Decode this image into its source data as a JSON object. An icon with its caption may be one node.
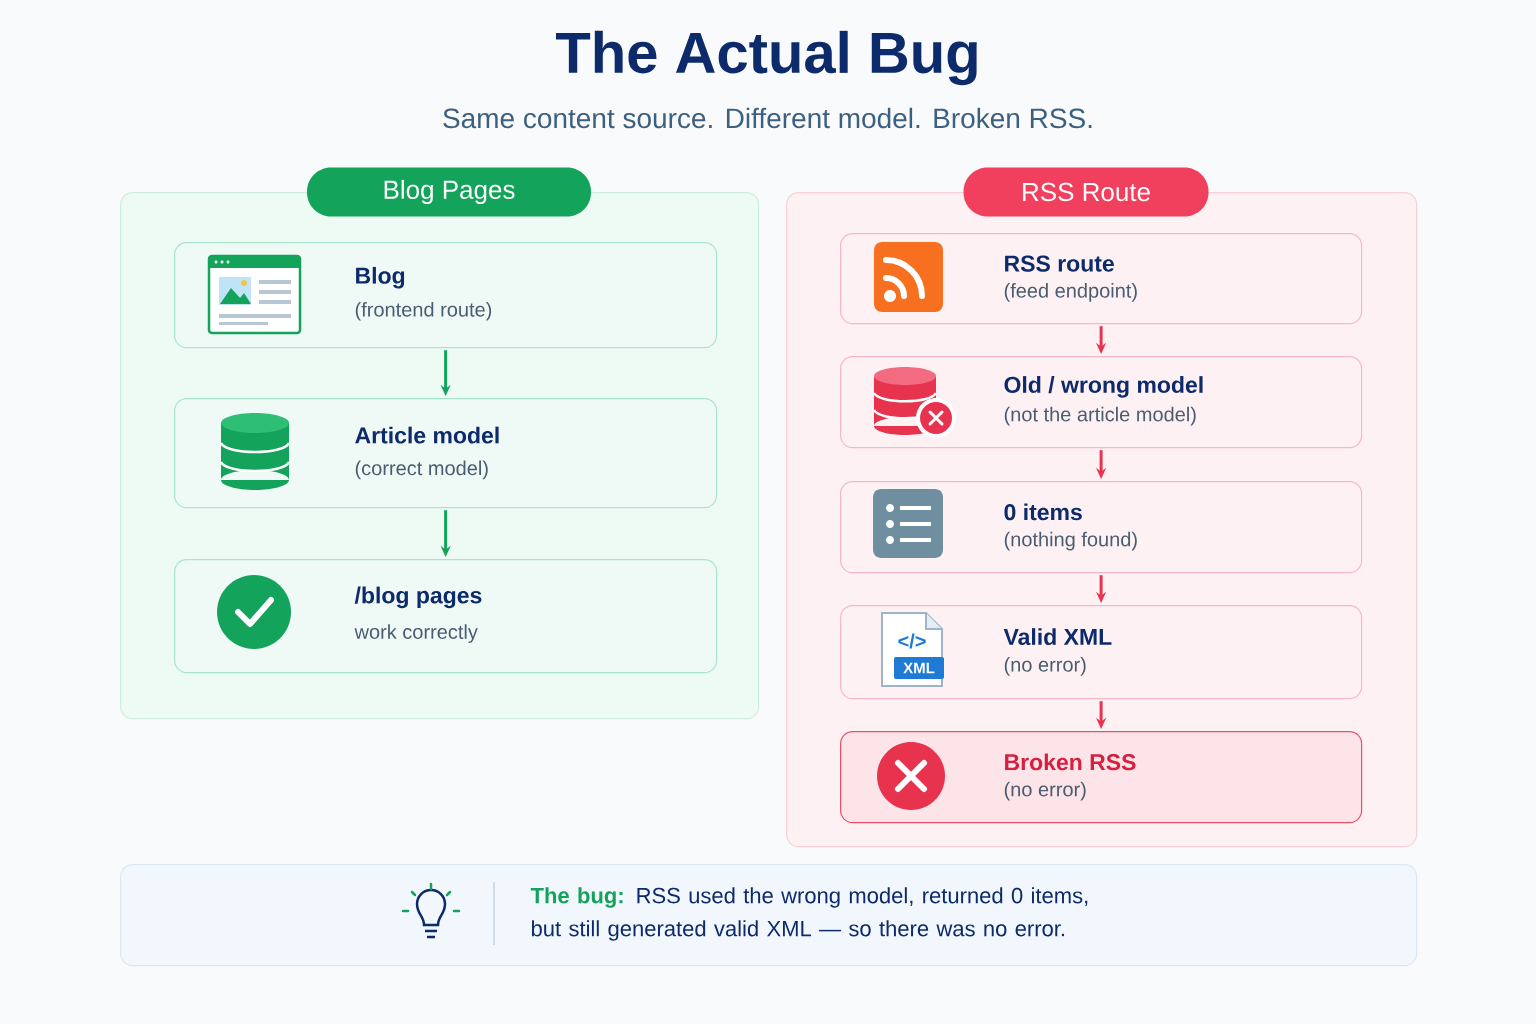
{
  "diagram": {
    "title": "The Actual Bug",
    "nodes": [
      {
        "text": [
          "Blog Pages"
        ]
      },
      {
        "text": [
          "Blog",
          "(frontend route)"
        ],
        "in": 0
      },
      {
        "text": [
          "Article model",
          "(correct model)"
        ],
        "in": 0
      },
      {
        "text": [
          "/blog pages",
          "work correctly"
        ],
        "in": 0
      },
      {
        "text": [
          "RSS Route"
        ]
      },
      {
        "text": [
          "RSS route",
          "(feed endpoint)"
        ],
        "in": 4
      },
      {
        "text": [
          "Old / wrong model",
          "(not the article model)"
        ],
        "in": 4
      },
      {
        "text": [
          "0 items",
          "(nothing found)"
        ],
        "in": 4
      },
      {
        "text": [
          "Valid XML",
          "(no error)"
        ],
        "in": 4
      },
      {
        "text": [
          "Broken RSS",
          "(no error)"
        ],
        "in": 4
      },
      {
        "text": [
          "**The bug:** RSS used the wrong model, returned 0 items, but still generated valid XML — so there was no error."
        ]
      }
    ],
    "edges": [
      {
        "from": 1,
        "to": 2,
        "arrow": "to",
        "color": "#13a35b"
      },
      {
        "from": 2,
        "to": 3,
        "arrow": "to",
        "color": "#13a35b"
      },
      {
        "from": 5,
        "to": 6,
        "arrow": "to"
      },
      {
        "from": 6,
        "to": 7,
        "arrow": "to"
      },
      {
        "from": 7,
        "to": 8,
        "arrow": "to"
      },
      {
        "from": 8,
        "to": 9,
        "arrow": "to"
      }
    ],
    "labels": [
      "Same content source. Different model. Broken RSS.",
      "</>",
      "XML"
    ]
  }
}
